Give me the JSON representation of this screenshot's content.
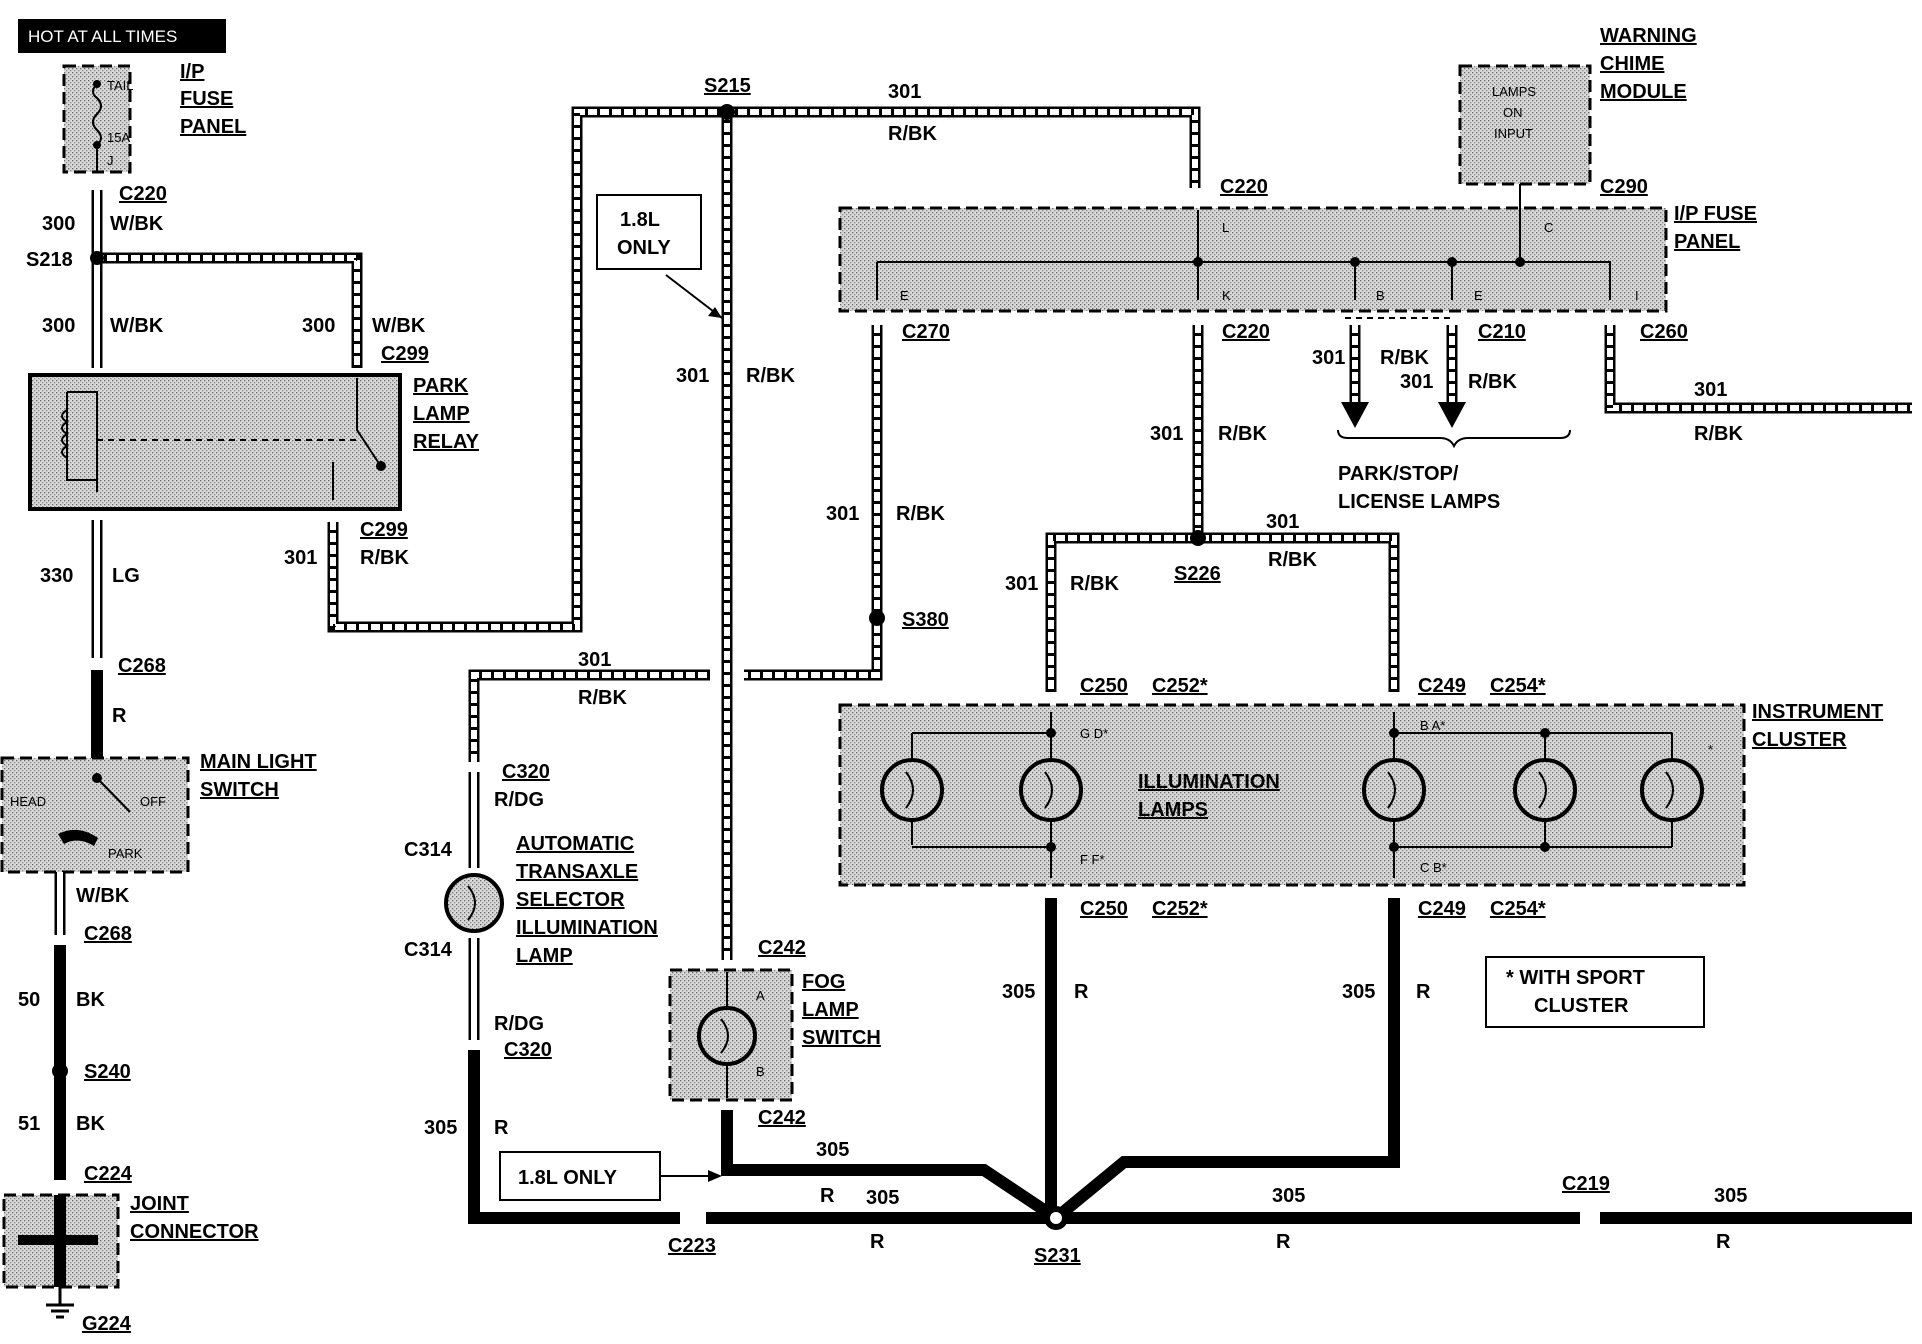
{
  "header": {
    "hot_label": "HOT AT ALL TIMES"
  },
  "components": {
    "ip_fuse_panel_left": {
      "name": [
        "I/P",
        "FUSE",
        "PANEL"
      ],
      "fuse_top": "TAIL",
      "fuse_rating": "15A",
      "fuse_bottom": "J"
    },
    "park_lamp_relay": {
      "name": [
        "PARK",
        "LAMP",
        "RELAY"
      ]
    },
    "main_light_switch": {
      "name": [
        "MAIN LIGHT",
        "SWITCH"
      ],
      "pos_head": "HEAD",
      "pos_off": "OFF",
      "pos_park": "PARK"
    },
    "joint_connector": {
      "name": [
        "JOINT",
        "CONNECTOR"
      ]
    },
    "auto_transaxle_lamp": {
      "name": [
        "AUTOMATIC",
        "TRANSAXLE",
        "SELECTOR",
        "ILLUMINATION",
        "LAMP"
      ]
    },
    "fog_lamp_switch": {
      "name": [
        "FOG",
        "LAMP",
        "SWITCH"
      ],
      "pin_a": "A",
      "pin_b": "B"
    },
    "warning_chime_module": {
      "name": [
        "WARNING",
        "CHIME",
        "MODULE"
      ],
      "input_label": [
        "LAMPS",
        "ON",
        "INPUT"
      ]
    },
    "ip_fuse_panel_right": {
      "name": [
        "I/P FUSE",
        "PANEL"
      ],
      "pins": [
        "L",
        "C",
        "E",
        "K",
        "B",
        "E",
        "I"
      ]
    },
    "instrument_cluster": {
      "name": [
        "INSTRUMENT",
        "CLUSTER"
      ],
      "lamps_label": [
        "ILLUMINATION",
        "LAMPS"
      ],
      "pins_top_left": "G D*",
      "pins_top_right": "B A*",
      "pins_bottom_left": "F F*",
      "pins_bottom_right": "C B*",
      "star": "*"
    },
    "park_stop_license": {
      "name": [
        "PARK/STOP/",
        "LICENSE LAMPS"
      ]
    },
    "note_18l_top": {
      "text": [
        "1.8L",
        "ONLY"
      ]
    },
    "note_18l_bottom": {
      "text": "1.8L ONLY"
    },
    "note_sport": {
      "text": [
        "*  WITH SPORT",
        "CLUSTER"
      ]
    }
  },
  "connectors": {
    "c220a": "C220",
    "c299a": "C299",
    "c299b": "C299",
    "c268a": "C268",
    "c268b": "C268",
    "c224": "C224",
    "g224": "G224",
    "s218": "S218",
    "s240": "S240",
    "s215": "S215",
    "s380": "S380",
    "s226": "S226",
    "s231": "S231",
    "c220b": "C220",
    "c290": "C290",
    "c270": "C270",
    "c220c": "C220",
    "c210": "C210",
    "c260": "C260",
    "c250a": "C250",
    "c252a": "C252*",
    "c249a": "C249",
    "c254a": "C254*",
    "c250b": "C250",
    "c252b": "C252*",
    "c249b": "C249",
    "c254b": "C254*",
    "c320a": "C320",
    "c314a": "C314",
    "c314b": "C314",
    "c320b": "C320",
    "c242a": "C242",
    "c242b": "C242",
    "c223": "C223",
    "c219": "C219"
  },
  "wires": {
    "w300a": {
      "circuit": "300",
      "color": "W/BK"
    },
    "w300b": {
      "circuit": "300",
      "color": "W/BK"
    },
    "w300c": {
      "circuit": "300",
      "color": "W/BK"
    },
    "w330": {
      "circuit": "330",
      "color": "LG"
    },
    "w301relay": {
      "circuit": "301",
      "color": "R/BK"
    },
    "wR268": {
      "color": "R"
    },
    "wWBK": {
      "color": "W/BK"
    },
    "w50": {
      "circuit": "50",
      "color": "BK"
    },
    "w51": {
      "circuit": "51",
      "color": "BK"
    },
    "w301top": {
      "circuit": "301",
      "color": "R/BK"
    },
    "w301s215": {
      "circuit": "301",
      "color": "R/BK"
    },
    "w301c270": {
      "circuit": "301",
      "color": "R/BK"
    },
    "w301cluster": {
      "circuit": "301",
      "color": "R/BK"
    },
    "w301lamp1": {
      "circuit": "301",
      "color": "R/BK"
    },
    "w301lamp2": {
      "circuit": "301",
      "color": "R/BK"
    },
    "w301right": {
      "circuit": "301",
      "color": "R/BK"
    },
    "w301s226l": {
      "circuit": "301",
      "color": "R/BK"
    },
    "w301s226r": {
      "circuit": "301",
      "color": "R/BK"
    },
    "w301trans": {
      "circuit": "301",
      "color": "R/BK"
    },
    "wRDG1": {
      "color": "R/DG"
    },
    "wRDG2": {
      "color": "R/DG"
    },
    "w305trans": {
      "circuit": "305",
      "color": "R"
    },
    "w305fog": {
      "circuit": "305",
      "color": "R"
    },
    "w305c223": {
      "circuit": "305",
      "color": "R"
    },
    "w305c250": {
      "circuit": "305",
      "color": "R"
    },
    "w305c249": {
      "circuit": "305",
      "color": "R"
    },
    "w305c219a": {
      "circuit": "305",
      "color": "R"
    },
    "w305c219b": {
      "circuit": "305",
      "color": "R"
    }
  }
}
